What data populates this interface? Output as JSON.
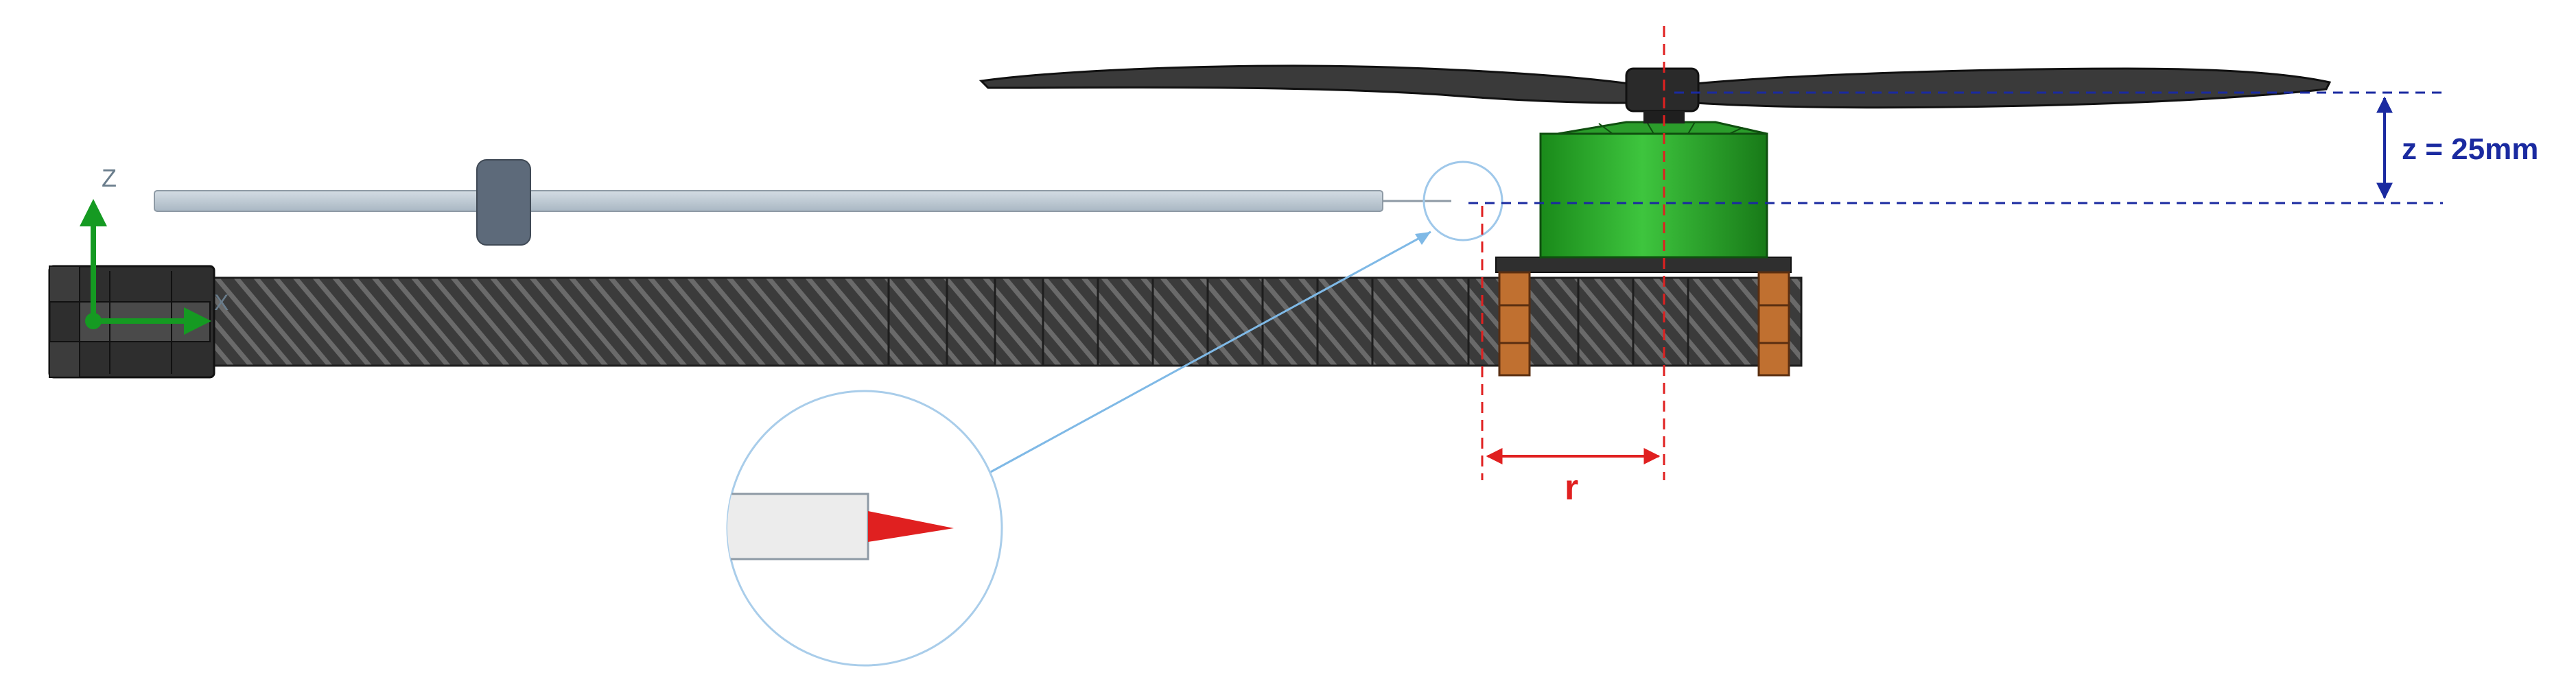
{
  "labels": {
    "z_dimension": "z = 25mm",
    "r_dimension": "r",
    "axis_z": "Z",
    "axis_x": "X"
  },
  "colors": {
    "background": "#ffffff",
    "rod": "#bcc8d2",
    "rod_slider": "#5d6a7a",
    "carbon_tube": "#3b3b3b",
    "carbon_stripe": "#6a6a6a",
    "motor_green": "#21a321",
    "propeller": "#3a3a3a",
    "clamp_copper": "#c07030",
    "red_dimension": "#e02020",
    "blue_dimension": "#1a2aa0",
    "leader_line": "#7fb9e6",
    "axis_green": "#159a22"
  },
  "icons": {
    "zoom_detail": "magnifier-callout-circle",
    "axis_triad": "coordinate-axes-icon"
  }
}
